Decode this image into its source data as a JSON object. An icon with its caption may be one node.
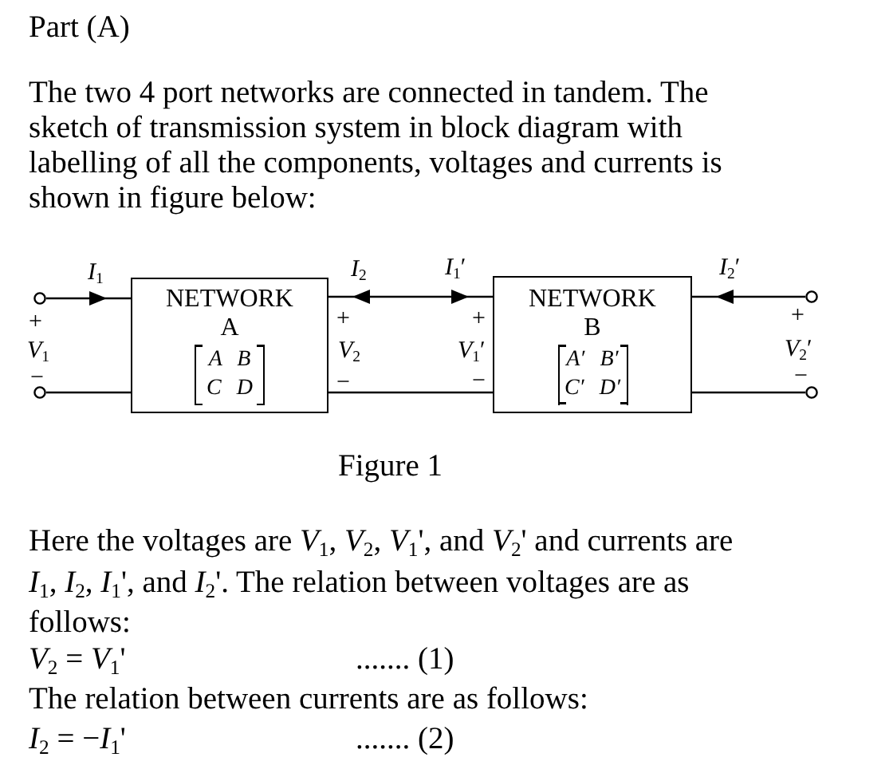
{
  "diagram": {
    "title": "Part (A)",
    "caption": "Figure 1",
    "nodes": [
      {
        "text": [],
        "shape": "circle"
      },
      {
        "text": [],
        "shape": "circle"
      },
      {
        "text": [
          "NETWORK A",
          "A B C D"
        ]
      },
      {
        "text": [
          "NETWORK B",
          "A′ B′ C′ D′"
        ]
      },
      {
        "text": [],
        "shape": "circle"
      },
      {
        "text": [],
        "shape": "circle"
      }
    ],
    "edges": [
      {
        "from": 0,
        "to": 2,
        "arrow": "to"
      },
      {
        "from": 2,
        "to": 3,
        "arrow": "both"
      },
      {
        "from": 4,
        "to": 3,
        "arrow": "to"
      },
      {
        "from": 1,
        "to": 2,
        "arrow": "none"
      },
      {
        "from": 2,
        "to": 3,
        "arrow": "none"
      },
      {
        "from": 3,
        "to": 5,
        "arrow": "none"
      }
    ],
    "labels": [
      "The two 4 port networks are connected in tandem. The sketch of transmission system in block diagram with labelling of all the components, voltages and currents is shown in figure below:",
      "*I*$_{1}$",
      "*I*$_{2}$",
      "*I*$_{1}$′",
      "*I*$_{2}$′",
      "+",
      "+",
      "+",
      "+",
      "*V*$_{1}$",
      "*V*$_{2}$",
      "*V*$_{1}$′",
      "*V*$_{2}$′",
      "−",
      "−",
      "−",
      "−",
      "Here the voltages are *V*$_{1}$, *V*$_{2}$, *V*$_{1}$', and *V*$_{2}$' and currents are *I*$_{1}$, *I*$_{2}$, *I*$_{1}$', and *I*$_{2}$'. The relation between voltages are as follows:",
      "*V*$_{2}$ = *V*$_{1}$'",
      "....... (1)",
      "The relation between currents are as follows:",
      "*I*$_{2}$ = −*I*$_{1}$'",
      "....... (2)"
    ]
  }
}
